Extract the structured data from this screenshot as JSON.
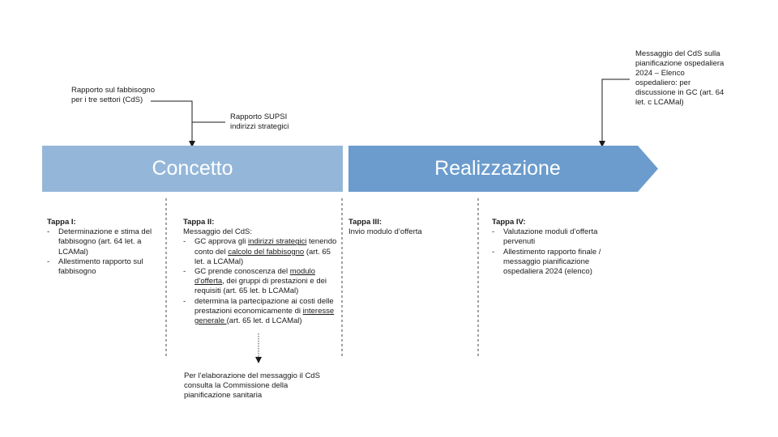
{
  "notes": {
    "report_needs": [
      "Rapporto sul fabbisogno",
      "per i tre settori (CdS)"
    ],
    "report_supsi": [
      "Rapporto SUPSI",
      "indirizzi strategici"
    ],
    "message_top_right": [
      "Messaggio del CdS sulla",
      "pianificazione ospedaliera",
      "2024 – Elenco",
      "ospedaliero: per",
      "discussione in GC (art. 64",
      "let. c LCAMal)"
    ]
  },
  "phases": {
    "concetto": {
      "label": "Concetto",
      "color": "#94b7d9"
    },
    "realizzazione": {
      "label": "Realizzazione",
      "color": "#6b9ccd"
    }
  },
  "stages": {
    "tappa1": {
      "title": "Tappa I:",
      "items": [
        "Determinazione e stima del fabbisogno (art. 64 let. a LCAMal)",
        "Allestimento rapporto sul fabbisogno"
      ]
    },
    "tappa2": {
      "title": "Tappa II:",
      "subtitle": "Messaggio del CdS:",
      "item1": {
        "a": "GC approva gli ",
        "b": "indirizzi strategici",
        "c": " tenendo conto del ",
        "d": "calcolo del fabbisogno",
        "e": " (art. 65 let. a LCAMal)"
      },
      "item2": {
        "a": "GC prende conoscenza del ",
        "b": "modulo d’offerta",
        "c": ", dei gruppi di prestazioni e dei requisiti (art. 65 let. b LCAMal)"
      },
      "item3": {
        "a": "determina la partecipazione  ai costi delle prestazioni economicamente di ",
        "b": "interesse generale ",
        "c": "(art. 65 let. d LCAMal)"
      }
    },
    "tappa3": {
      "title": "Tappa III:",
      "text": "Invio modulo d’offerta"
    },
    "tappa4": {
      "title": "Tappa IV:",
      "items": [
        "Valutazione moduli d’offerta pervenuti",
        "Allestimento rapporto finale / messaggio pianificazione ospedaliera 2024 (elenco)"
      ]
    }
  },
  "bottom_note": [
    "Per l’elaborazione del messaggio il CdS",
    "consulta la Commissione della",
    "pianificazione sanitaria"
  ]
}
